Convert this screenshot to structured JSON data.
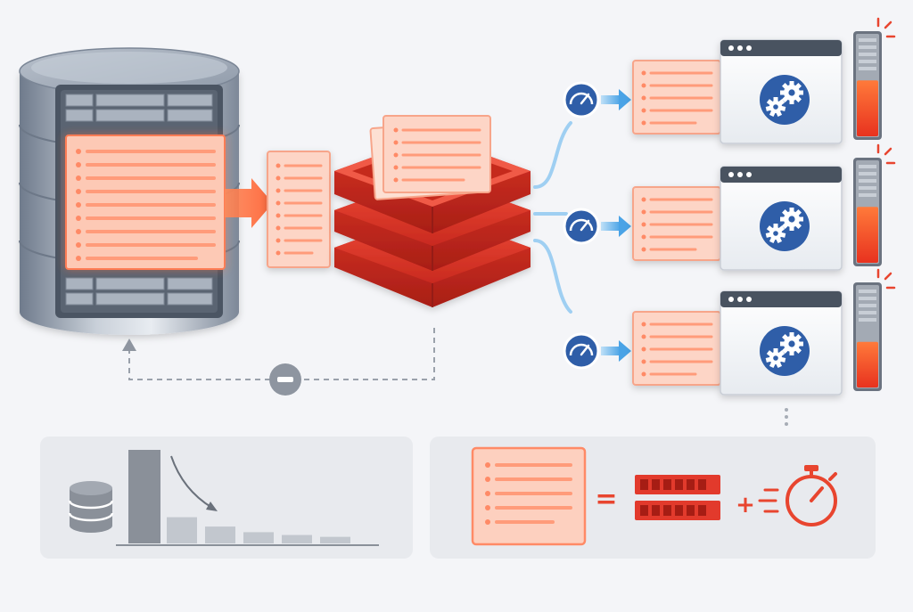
{
  "colors": {
    "background": "#f4f5f8",
    "accent_red": "#e23a2c",
    "accent_orange": "#ff6a3d",
    "record_fill": "#fdd5c6",
    "record_stroke": "#f7a58a",
    "steel": "#8a95a5",
    "blue_icon": "#2f5ea8",
    "arrow_blue": "#4aa3e6",
    "panel": "#e9ebef",
    "gray_dark": "#8a9099"
  },
  "icons": {
    "database": "database-icon",
    "cache": "cache-stack-icon",
    "gauge": "speedometer-icon",
    "app_window": "app-window-icon",
    "gears": "gears-icon",
    "meter": "level-meter-icon",
    "minus": "minus-icon",
    "memory": "memory-icon",
    "timer": "stopwatch-icon"
  },
  "consumers": [
    {
      "meter_level": 0.55
    },
    {
      "meter_level": 0.55
    },
    {
      "meter_level": 0.45
    }
  ],
  "legend_left": {
    "bars": [
      1.0,
      0.28,
      0.18,
      0.12,
      0.09,
      0.07
    ]
  },
  "legend_right": {
    "equals": "=",
    "plus": "+"
  }
}
